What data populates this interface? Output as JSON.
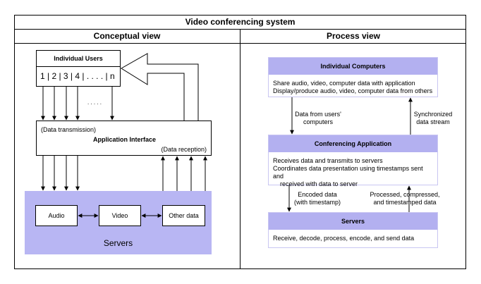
{
  "title": "Video conferencing system",
  "conceptual": {
    "heading": "Conceptual view",
    "users_title": "Individual Users",
    "users_list": "1 | 2 | 3 | 4 | . . . . | n",
    "dots": ". . . . .",
    "app_transmission": "(Data transmission)",
    "app_title": "Application Interface",
    "app_reception": "(Data reception)",
    "servers_label": "Servers",
    "audio": "Audio",
    "video": "Video",
    "other": "Other data"
  },
  "process": {
    "heading": "Process view",
    "computers_title": "Individual Computers",
    "computers_line1": "Share audio, video, computer data with application",
    "computers_line2": "Display/produce audio, video, computer data from others",
    "arrow1_line1": "Data from users'",
    "arrow1_line2": "computers",
    "arrow2_line1": "Synchronized",
    "arrow2_line2": "data stream",
    "app_title": "Conferencing Application",
    "app_line1": "Receives data and transmits to servers",
    "app_line2": "Coordinates data presentation using timestamps sent and",
    "app_line3": "received with data to server",
    "arrow3_line1": "Encoded data",
    "arrow3_line2": "(with timestamp)",
    "arrow4_line1": "Processed, compressed,",
    "arrow4_line2": "and timestamped data",
    "servers_title": "Servers",
    "servers_line1": "Receive, decode, process, encode, and send data"
  }
}
